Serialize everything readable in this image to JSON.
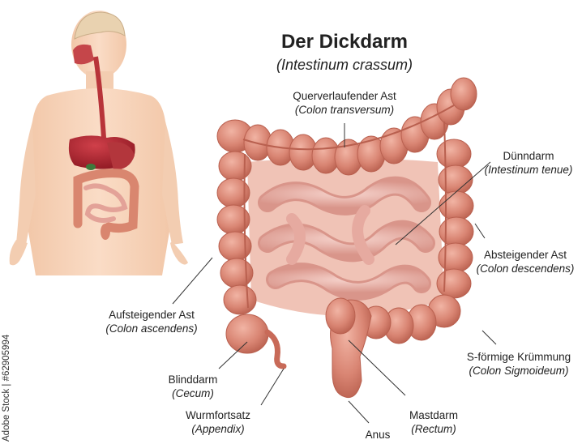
{
  "title": "Der Dickdarm",
  "subtitle": "(Intestinum crassum)",
  "labels": {
    "transversum": {
      "name": "Querverlaufender Ast",
      "latin": "(Colon transversum)"
    },
    "duenndarm": {
      "name": "Dünndarm",
      "latin": "(Intestinum tenue)"
    },
    "descendens": {
      "name": "Absteigender Ast",
      "latin": "(Colon descendens)"
    },
    "ascendens": {
      "name": "Aufsteigender Ast",
      "latin": "(Colon ascendens)"
    },
    "sigmoideum": {
      "name": "S-förmige Krümmung",
      "latin": "(Colon Sigmoideum)"
    },
    "cecum": {
      "name": "Blinddarm",
      "latin": "(Cecum)"
    },
    "appendix": {
      "name": "Wurmfortsatz",
      "latin": "(Appendix)"
    },
    "rectum": {
      "name": "Mastdarm",
      "latin": "(Rectum)"
    },
    "anus": {
      "name": "Anus"
    }
  },
  "watermark": "Adobe Stock | #62905994",
  "colors": {
    "colon": "#d98573",
    "colon_dark": "#b9604f",
    "small_intestine": "#eab3a9",
    "skin": "#f6d3b8",
    "liver": "#a3202a",
    "esophagus": "#b8343a"
  }
}
